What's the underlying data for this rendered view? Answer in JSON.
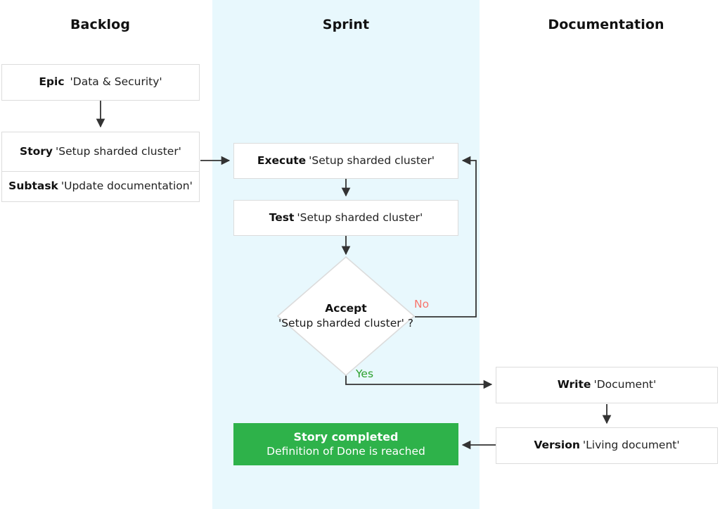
{
  "diagram": {
    "title": "Agile story workflow swimlane flowchart",
    "colors": {
      "sprint_band": "#e8f8fd",
      "node_border": "#dcdcdc",
      "node_fill": "#ffffff",
      "success_fill": "#2eb24a",
      "edge": "#333333",
      "label_no": "#f8766d",
      "label_yes": "#2ca02c"
    }
  },
  "lanes": [
    {
      "id": "backlog",
      "title": "Backlog"
    },
    {
      "id": "sprint",
      "title": "Sprint"
    },
    {
      "id": "documentation",
      "title": "Documentation"
    }
  ],
  "nodes": {
    "epic": {
      "type": "Epic",
      "value": "'Data & Security'",
      "lane": "backlog"
    },
    "story": {
      "type": "Story",
      "value": "'Setup sharded cluster'",
      "lane": "backlog"
    },
    "subtask": {
      "type": "Subtask",
      "value": "'Update documentation'",
      "lane": "backlog"
    },
    "execute": {
      "type": "Execute",
      "value": "'Setup sharded cluster'",
      "lane": "sprint"
    },
    "test": {
      "type": "Test",
      "value": "'Setup sharded cluster'",
      "lane": "sprint"
    },
    "accept": {
      "type": "Accept",
      "value": "'Setup sharded cluster' ?",
      "lane": "sprint",
      "shape": "diamond"
    },
    "write": {
      "type": "Write",
      "value": "'Document'",
      "lane": "documentation"
    },
    "version": {
      "type": "Version",
      "value": "'Living document'",
      "lane": "documentation"
    },
    "story_completed": {
      "type": "Story completed",
      "value": "Definition of Done is reached",
      "lane": "sprint",
      "shape": "terminal"
    }
  },
  "edge_labels": {
    "no": "No",
    "yes": "Yes"
  },
  "edges": [
    {
      "from": "epic",
      "to": "story",
      "label": ""
    },
    {
      "from": "story",
      "to": "execute",
      "label": ""
    },
    {
      "from": "execute",
      "to": "test",
      "label": ""
    },
    {
      "from": "test",
      "to": "accept",
      "label": ""
    },
    {
      "from": "accept",
      "to": "execute",
      "label": "No"
    },
    {
      "from": "accept",
      "to": "write",
      "label": "Yes"
    },
    {
      "from": "write",
      "to": "version",
      "label": ""
    },
    {
      "from": "version",
      "to": "story_completed",
      "label": ""
    }
  ]
}
